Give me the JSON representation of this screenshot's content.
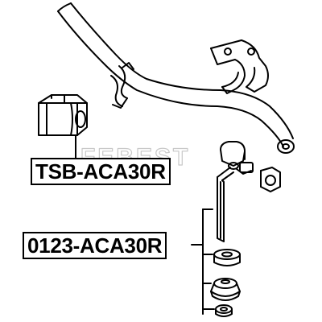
{
  "watermark": "FEBEST",
  "parts": [
    {
      "id": "bushing",
      "label": "TSB-ACA30R"
    },
    {
      "id": "link",
      "label": "0123-ACA30R"
    }
  ]
}
